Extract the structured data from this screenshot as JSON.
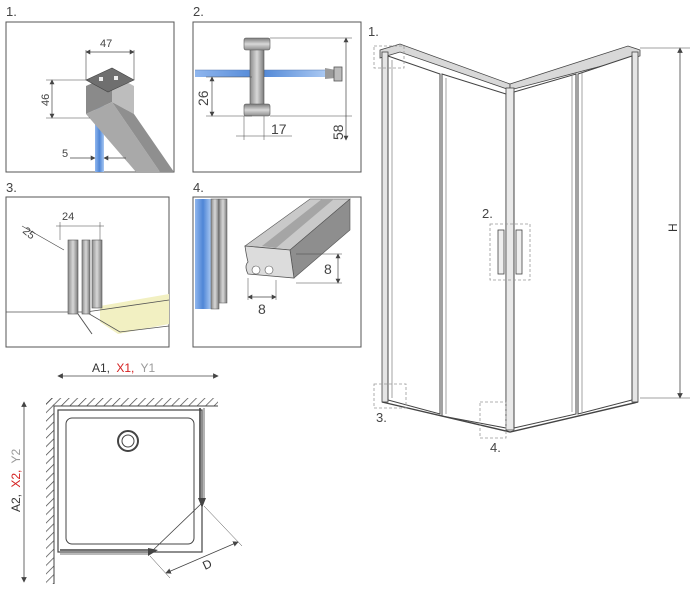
{
  "colors": {
    "accent_red": "#d42020",
    "muted_grey": "#9a9a9a",
    "glass_blue": "#5b8fd8",
    "floor_yellow": "#f2f0c2",
    "line_dark": "#444444"
  },
  "details": [
    {
      "number": "1.",
      "dims": {
        "width": "47",
        "height": "46",
        "bottom": "5"
      }
    },
    {
      "number": "2.",
      "dims": {
        "left": "26",
        "bottom": "17",
        "right": "58"
      }
    },
    {
      "number": "3.",
      "dims": {
        "diag": "25",
        "top": "24"
      }
    },
    {
      "number": "4.",
      "dims": {
        "height": "8",
        "width": "8"
      }
    }
  ],
  "plan": {
    "width_label": {
      "a": "A1,",
      "x": "X1,",
      "y": "Y1"
    },
    "depth_label": {
      "a": "A2,",
      "x": "X2,",
      "y": "Y2"
    },
    "diag_label": "D"
  },
  "elevation": {
    "callouts": [
      "1.",
      "2.",
      "3.",
      "4."
    ],
    "height_label": "H"
  }
}
